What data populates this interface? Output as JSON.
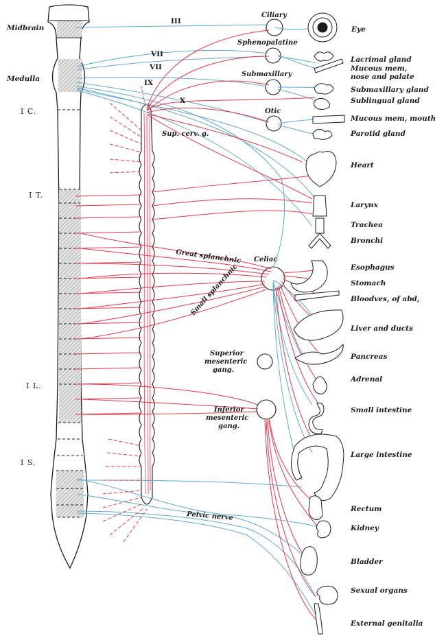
{
  "cord_regions": {
    "midbrain": "Midbrain",
    "medulla": "Medulla",
    "cervical": "I C.",
    "thoracic": "I T.",
    "lumbar": "I L.",
    "sacral": "I S."
  },
  "cranial_nerves": {
    "n3": "III",
    "n7a": "VII",
    "n7b": "VII",
    "n9": "IX",
    "n10": "X"
  },
  "ganglia": {
    "ciliary": "Ciliary",
    "sphenopalatine": "Sphenopalatine",
    "submaxillary": "Submaxillary",
    "otic": "Otic",
    "sup_cerv": "Sup. cerv. g.",
    "celiac": "Celiac",
    "sup_mes_1": "Superior",
    "sup_mes_2": "mesenteric",
    "sup_mes_3": "gang.",
    "inf_mes_1": "Inferior",
    "inf_mes_2": "mesenteric",
    "inf_mes_3": "gang."
  },
  "nerves": {
    "great_splanchnic": "Great splanchnic",
    "small_splanchnic": "Small splanchnic",
    "pelvic": "Pelvic nerve"
  },
  "organs": {
    "eye": "Eye",
    "lacrimal": "Lacrimal gland",
    "mucous_nose_1": "Mucous mem,",
    "mucous_nose_2": "nose and palate",
    "submax_gland": "Submaxillary gland",
    "sublingual": "Sublingual gland",
    "mucous_mouth": "Mucous mem, mouth",
    "parotid": "Parotid gland",
    "heart": "Heart",
    "larynx": "Larynx",
    "trachea": "Trachea",
    "bronchi": "Bronchi",
    "esophagus": "Esophagus",
    "stomach": "Stomach",
    "bloodves": "Bloodves, of abd,",
    "liver": "Liver and ducts",
    "pancreas": "Pancreas",
    "adrenal": "Adrenal",
    "small_int": "Small intestine",
    "large_int": "Large intestine",
    "rectum": "Rectum",
    "kidney": "Kidney",
    "bladder": "Bladder",
    "sexual": "Sexual organs",
    "ext_genitalia": "External genitalia"
  },
  "colors": {
    "sympathetic": "#e8354a",
    "parasympathetic": "#5fa8d3",
    "outline": "#1a1a1a",
    "hatch": "#b8b8b8"
  }
}
